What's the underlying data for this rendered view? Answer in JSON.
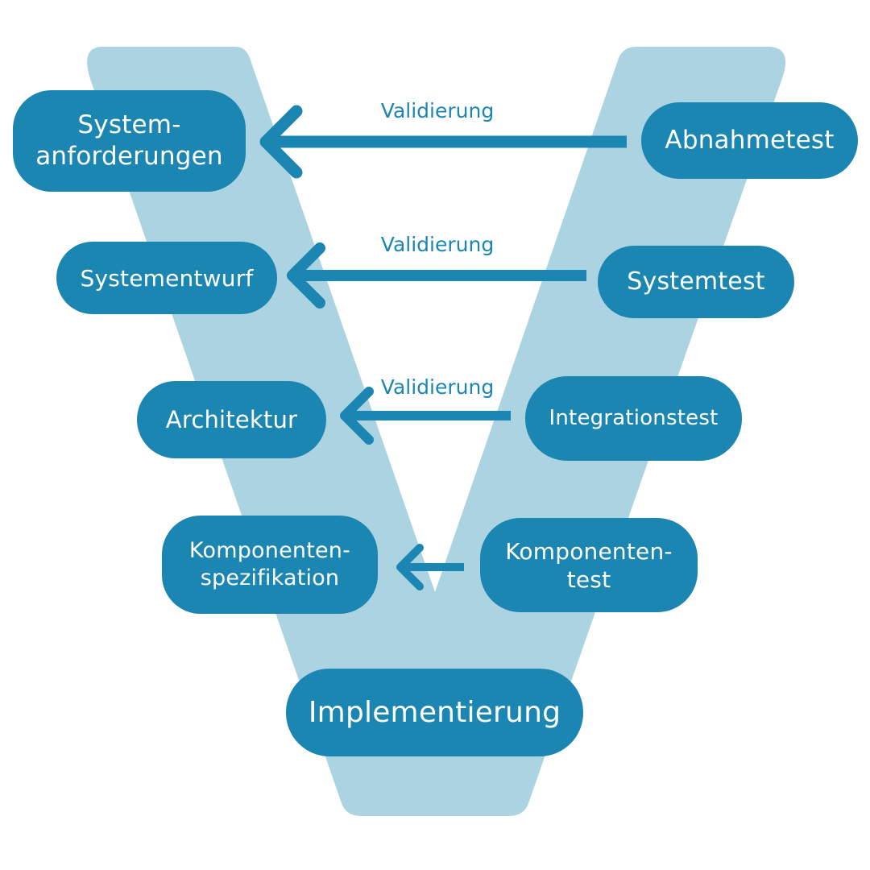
{
  "diagram": {
    "colors": {
      "v_shape": "#acd3e2",
      "box": "#1b86b1",
      "arrow": "#1b86b1",
      "label": "#1b86b1",
      "text_on_box": "#ffffff"
    },
    "left_boxes": [
      {
        "id": "systemanforderungen",
        "label": "System-\nanforderungen"
      },
      {
        "id": "systementwurf",
        "label": "Systementwurf"
      },
      {
        "id": "architektur",
        "label": "Architektur"
      },
      {
        "id": "komponentenspezifikation",
        "label": "Komponenten-\nspezifikation"
      }
    ],
    "right_boxes": [
      {
        "id": "abnahmetest",
        "label": "Abnahmetest"
      },
      {
        "id": "systemtest",
        "label": "Systemtest"
      },
      {
        "id": "integrationstest",
        "label": "Integrationstest"
      },
      {
        "id": "komponententest",
        "label": "Komponenten-\ntest"
      }
    ],
    "bottom_box": {
      "id": "implementierung",
      "label": "Implementierung"
    },
    "arrows": [
      {
        "from": "abnahmetest",
        "to": "systemanforderungen",
        "label": "Validierung"
      },
      {
        "from": "systemtest",
        "to": "systementwurf",
        "label": "Validierung"
      },
      {
        "from": "integrationstest",
        "to": "architektur",
        "label": "Validierung"
      },
      {
        "from": "komponententest",
        "to": "komponentenspezifikation",
        "label": ""
      }
    ]
  }
}
